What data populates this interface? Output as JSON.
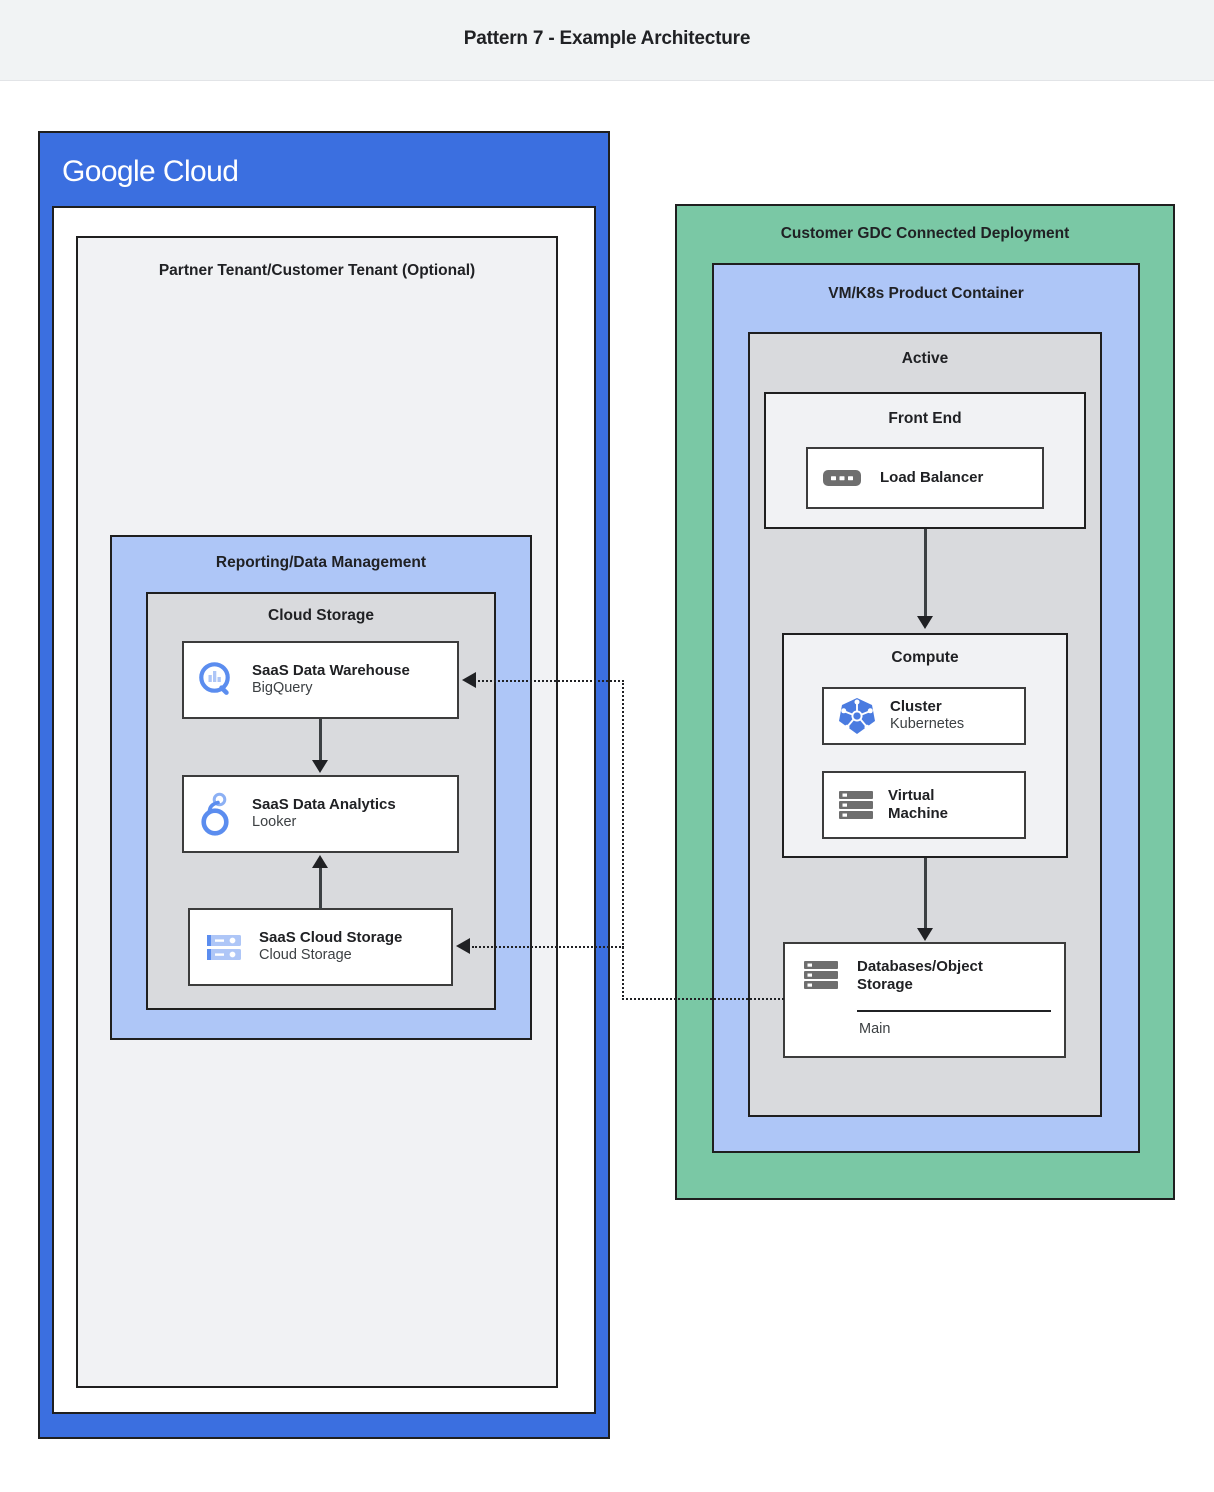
{
  "page": {
    "title": "Pattern 7 - Example Architecture"
  },
  "colors": {
    "google_blue": "#3B6FE0",
    "periwinkle": "#AEC6F7",
    "green": "#7AC8A5",
    "gray": "#D9DADD",
    "light_gray": "#F1F2F4",
    "icon_blue": "#5B8DEF",
    "icon_gray": "#6E6E6E",
    "title_bar": "#F1F3F4"
  },
  "google_cloud": {
    "logo_bold": "Google",
    "logo_light": "Cloud",
    "partner_tenant_label": "Partner Tenant/Customer Tenant (Optional)",
    "reporting_label": "Reporting/Data Management",
    "cloud_storage_label": "Cloud Storage",
    "nodes": [
      {
        "id": "bigquery",
        "icon": "bigquery-icon",
        "title": "SaaS Data Warehouse",
        "subtitle": "BigQuery"
      },
      {
        "id": "looker",
        "icon": "looker-icon",
        "title": "SaaS Data Analytics",
        "subtitle": "Looker"
      },
      {
        "id": "saas-cloud-storage",
        "icon": "cloud-storage-icon",
        "title": "SaaS Cloud Storage",
        "subtitle": "Cloud Storage"
      }
    ]
  },
  "gdc": {
    "deployment_label": "Customer GDC Connected Deployment",
    "container_label": "VM/K8s Product Container",
    "active_label": "Active",
    "frontend_label": "Front End",
    "compute_label": "Compute",
    "load_balancer": {
      "icon": "load-balancer-icon",
      "title": "Load Balancer"
    },
    "cluster": {
      "icon": "kubernetes-icon",
      "title": "Cluster",
      "subtitle": "Kubernetes"
    },
    "virtual_machine": {
      "icon": "virtual-machine-icon",
      "title_line1": "Virtual",
      "title_line2": "Machine"
    },
    "database": {
      "icon": "database-icon",
      "title_line1": "Databases/Object",
      "title_line2": "Storage",
      "footer": "Main"
    }
  },
  "connectors": [
    {
      "from": "bigquery",
      "to": "looker",
      "style": "solid",
      "direction": "down"
    },
    {
      "from": "saas-cloud-storage",
      "to": "looker",
      "style": "solid",
      "direction": "up"
    },
    {
      "from": "load-balancer",
      "to": "compute",
      "style": "solid",
      "direction": "down"
    },
    {
      "from": "compute",
      "to": "database",
      "style": "solid",
      "direction": "down"
    },
    {
      "from": "database",
      "to": "bigquery",
      "style": "dotted",
      "direction": "left"
    },
    {
      "from": "database",
      "to": "saas-cloud-storage",
      "style": "dotted",
      "direction": "left"
    }
  ]
}
